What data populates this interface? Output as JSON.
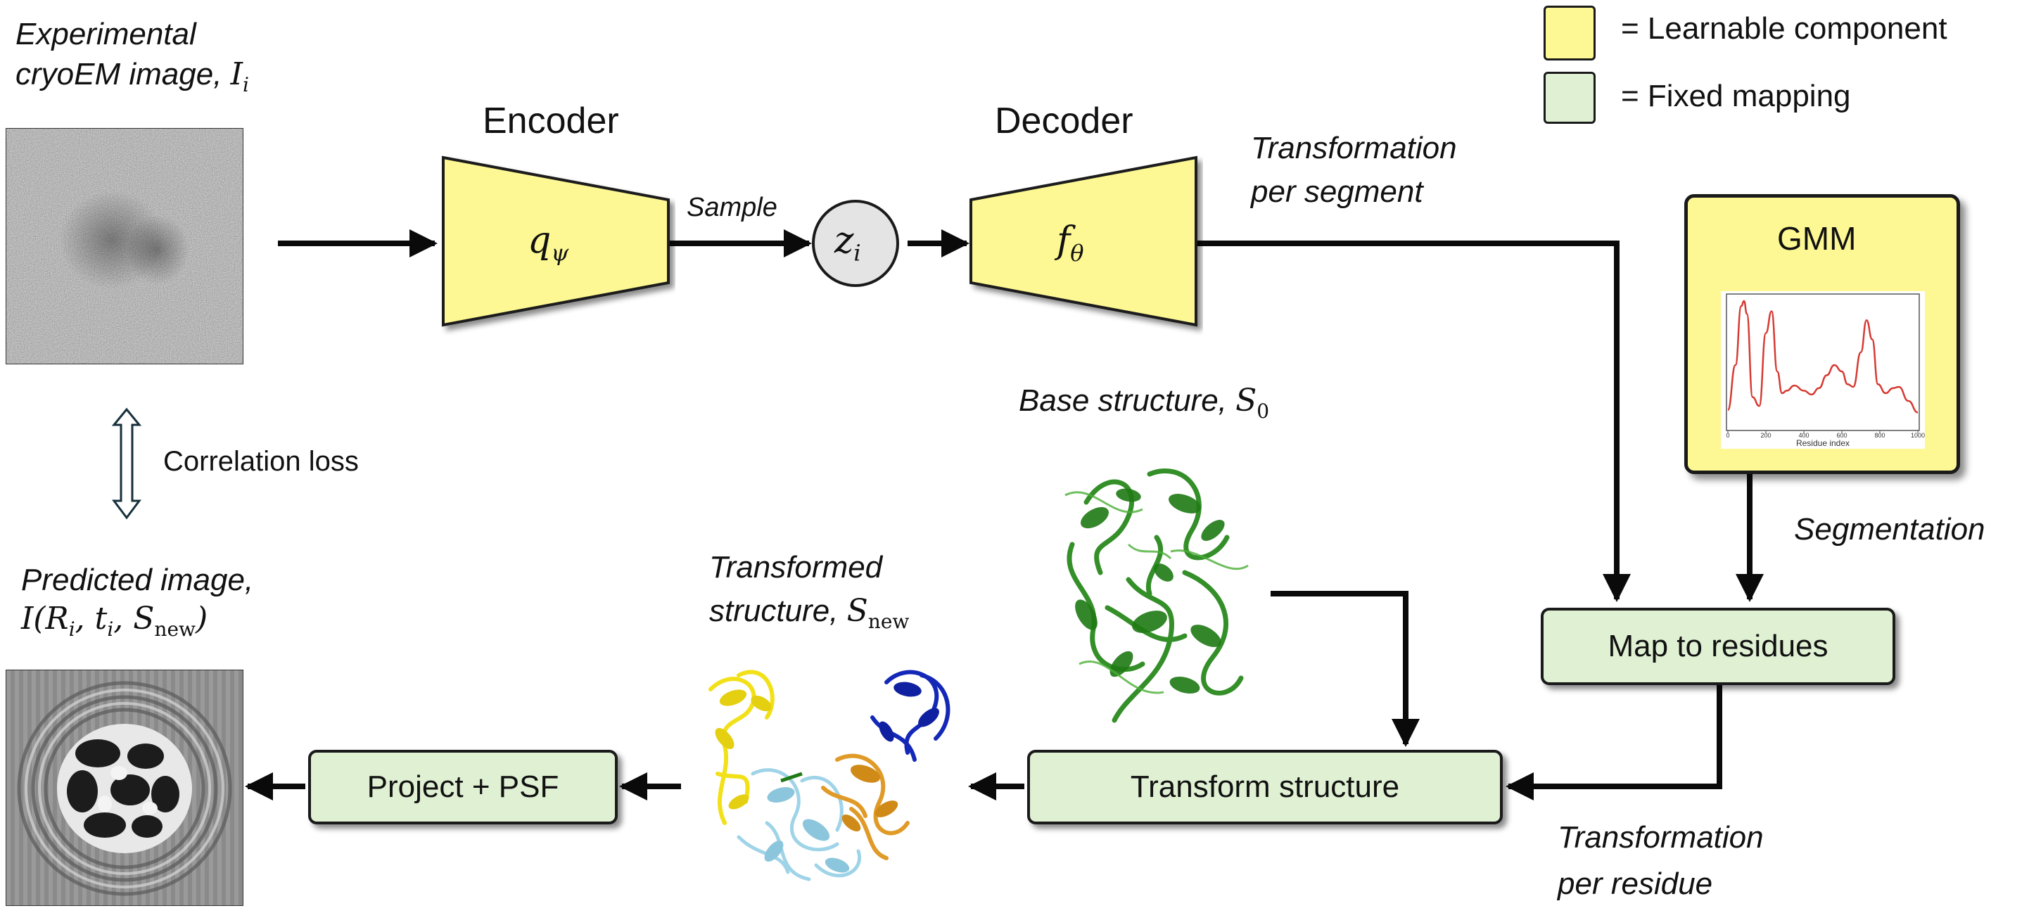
{
  "legend": {
    "learnable_label": "= Learnable component",
    "fixed_label": "= Fixed mapping",
    "learnable_color": "#fdf893",
    "fixed_color": "#dff0d3"
  },
  "nodes": {
    "experimental_image": {
      "line1": "Experimental",
      "line2_prefix": "cryoEM image, ",
      "symbol": "I",
      "sub": "i"
    },
    "encoder": {
      "title": "Encoder",
      "symbol": "q",
      "sub": "ψ"
    },
    "latent": {
      "symbol": "z",
      "sub": "i"
    },
    "decoder": {
      "title": "Decoder",
      "symbol": "f",
      "sub": "θ"
    },
    "gmm": {
      "title": "GMM",
      "x_axis_label": "Residue index",
      "x_ticks": [
        "0",
        "200",
        "400",
        "600",
        "800",
        "1000"
      ]
    },
    "map_to_residues": {
      "label": "Map to residues"
    },
    "base_structure": {
      "label_prefix": "Base structure, ",
      "symbol": "S",
      "sub": "0"
    },
    "transform_structure": {
      "label": "Transform structure"
    },
    "transformed_structure": {
      "line1": "Transformed",
      "line2_prefix": "structure, ",
      "symbol": "S",
      "sub": "new"
    },
    "project_psf": {
      "label": "Project + PSF"
    },
    "predicted_image": {
      "line1": "Predicted image,",
      "line2": "I(R",
      "r_sub": "i",
      "mid": ", t",
      "t_sub": "i",
      "mid2": ", S",
      "s_sub": "new",
      "close": ")"
    }
  },
  "edges": {
    "sample": "Sample",
    "transformation_per_segment": {
      "line1": "Transformation",
      "line2": "per segment"
    },
    "segmentation": "Segmentation",
    "transformation_per_residue": {
      "line1": "Transformation",
      "line2": "per residue"
    },
    "correlation_loss": "Correlation loss"
  },
  "colors": {
    "arrow": "#0a0a0a",
    "gmm_curve": "#d63a32",
    "protein_green": "#2a8a1e",
    "protein_yellow": "#f2e018",
    "protein_blue": "#1428b8",
    "protein_cyan": "#9fd4e8",
    "protein_orange": "#e09a28"
  },
  "gmm_chart": {
    "type": "line",
    "xlim": [
      0,
      1000
    ],
    "x": [
      0,
      40,
      70,
      85,
      100,
      130,
      165,
      200,
      230,
      260,
      285,
      310,
      350,
      400,
      440,
      480,
      520,
      560,
      600,
      630,
      660,
      700,
      730,
      760,
      790,
      830,
      870,
      900,
      950,
      1000
    ],
    "y": [
      0.15,
      0.5,
      0.96,
      1.0,
      0.9,
      0.25,
      0.18,
      0.75,
      0.92,
      0.45,
      0.28,
      0.3,
      0.34,
      0.3,
      0.27,
      0.32,
      0.42,
      0.5,
      0.45,
      0.35,
      0.33,
      0.6,
      0.85,
      0.7,
      0.35,
      0.28,
      0.32,
      0.33,
      0.22,
      0.13
    ]
  }
}
